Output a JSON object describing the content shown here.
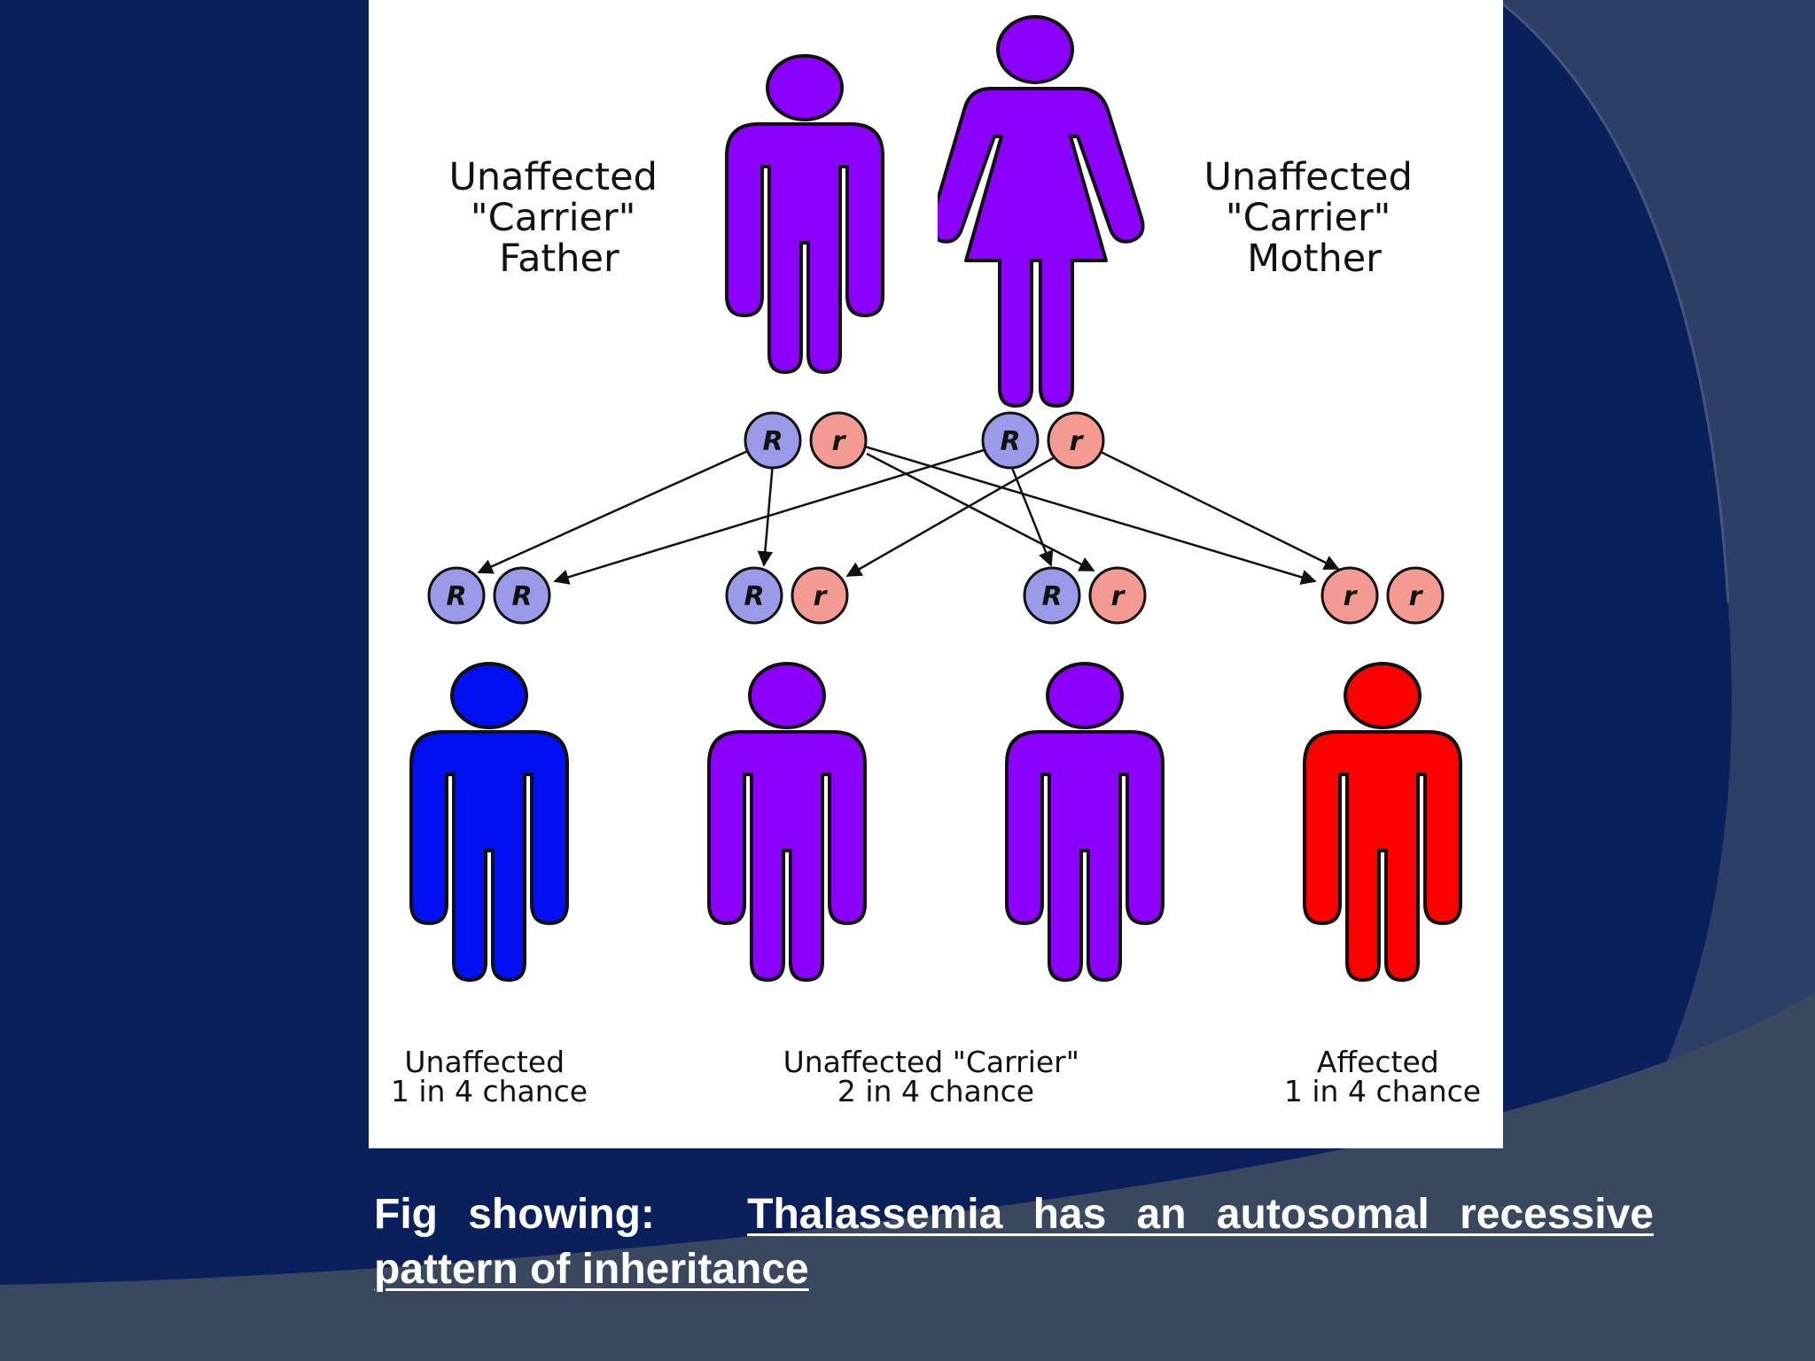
{
  "colors": {
    "background": "#0b1f5c",
    "carrier": "#8b00ff",
    "unaffected": "#0010f0",
    "affected": "#ff0000",
    "allele_R": "#9a9ae8",
    "allele_r": "#f39a92",
    "caption_text": "#ffffff"
  },
  "diagram": {
    "father": {
      "label_lines": [
        "Unaffected",
        "\"Carrier\"",
        "Father"
      ],
      "alleles": [
        "R",
        "r"
      ]
    },
    "mother": {
      "label_lines": [
        "Unaffected",
        "\"Carrier\"",
        "Mother"
      ],
      "alleles": [
        "R",
        "r"
      ]
    },
    "children": [
      {
        "alleles": [
          "R",
          "R"
        ],
        "status": "unaffected"
      },
      {
        "alleles": [
          "R",
          "r"
        ],
        "status": "carrier"
      },
      {
        "alleles": [
          "R",
          "r"
        ],
        "status": "carrier"
      },
      {
        "alleles": [
          "r",
          "r"
        ],
        "status": "affected"
      }
    ],
    "outcomes": [
      {
        "line1": "Unaffected",
        "line2": "1 in 4 chance"
      },
      {
        "line1": "Unaffected \"Carrier\"",
        "line2": "2 in 4 chance"
      },
      {
        "line1": "Affected",
        "line2": "1 in 4 chance"
      }
    ]
  },
  "caption": {
    "lead": "Fig showing:",
    "body": "Thalassemia has an autosomal recessive pattern of inheritance"
  }
}
